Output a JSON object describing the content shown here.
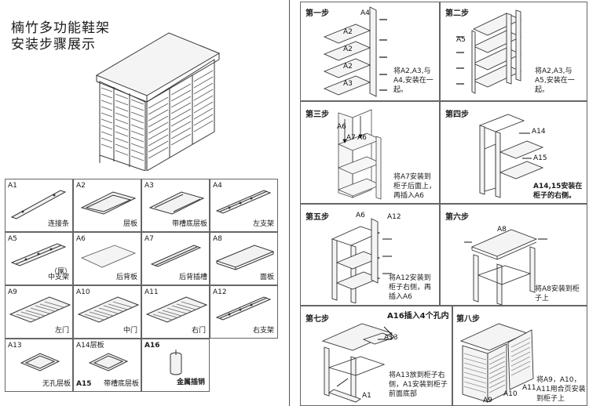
{
  "title": {
    "line1": "楠竹多功能鞋架",
    "line2": "安装步骤展示"
  },
  "parts": [
    {
      "code": "A1",
      "name": "连接条"
    },
    {
      "code": "A2",
      "name": "层板"
    },
    {
      "code": "A3",
      "name": "带槽底层板"
    },
    {
      "code": "A4",
      "name": "左支架"
    },
    {
      "code": "A5",
      "name": "中支架",
      "extra": "（厚）"
    },
    {
      "code": "A6",
      "name": "后背板"
    },
    {
      "code": "A7",
      "name": "后背插槽"
    },
    {
      "code": "A8",
      "name": "面板"
    },
    {
      "code": "A9",
      "name": "左门"
    },
    {
      "code": "A10",
      "name": "中门"
    },
    {
      "code": "A11",
      "name": "右门"
    },
    {
      "code": "A12",
      "name": "右支架"
    },
    {
      "code": "A13",
      "name": "无孔层板"
    },
    {
      "code": "A14",
      "name": "层板",
      "head": "A14层板"
    },
    {
      "code": "A15",
      "name": "带槽底层板"
    },
    {
      "code": "A16",
      "name": "金属插销"
    }
  ],
  "steps": [
    {
      "title": "第一步",
      "note": "将A2,A3,与A4,安装在一起。",
      "tags": [
        "A4",
        "A2",
        "A2",
        "A2",
        "A3"
      ]
    },
    {
      "title": "第二步",
      "note": "将A2,A3,与A5,安装在一起。",
      "tags": [
        "A5"
      ]
    },
    {
      "title": "第三步",
      "note": "将A7安装到柜子后面上，再插入A6",
      "tags": [
        "A6",
        "A7",
        "A6"
      ]
    },
    {
      "title": "第四步",
      "note": "A14,15安装在柜子的右侧。",
      "tags": [
        "A14",
        "A15"
      ]
    },
    {
      "title": "第五步",
      "note": "将A12安装到柜子右侧，再插入A6",
      "tags": [
        "A6",
        "A12"
      ]
    },
    {
      "title": "第六步",
      "note": "将A8安装到柜子上",
      "tags": [
        "A8"
      ]
    },
    {
      "title": "第七步",
      "note": "将A13放到柜子右侧，A1安装到柜子前面底部",
      "tags": [
        "A13",
        "A1"
      ],
      "callout": "A16插入4个孔内"
    },
    {
      "title": "第八步",
      "note": "将A9，A10，A11用合页安装到柜子上",
      "tags": [
        "A9",
        "A10",
        "A11"
      ]
    }
  ]
}
